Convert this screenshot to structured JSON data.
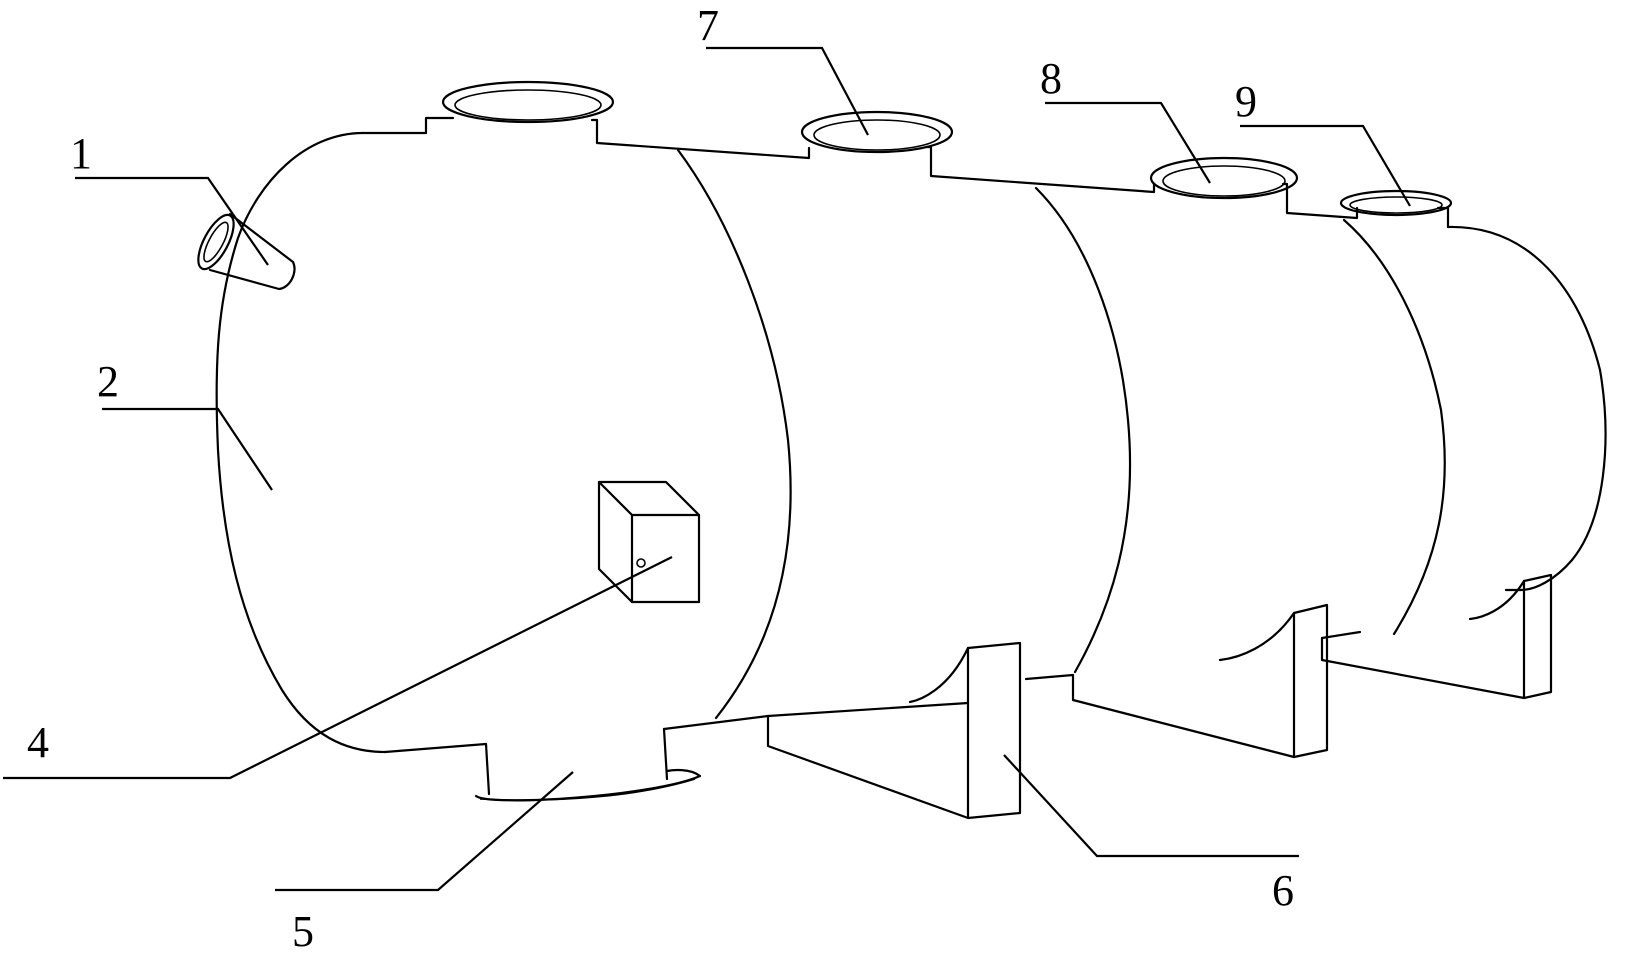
{
  "labels": {
    "l1": "1",
    "l2": "2",
    "l4": "4",
    "l5": "5",
    "l6": "6",
    "l7": "7",
    "l8": "8",
    "l9": "9"
  },
  "colors": {
    "stroke": "#000000",
    "background": "#ffffff"
  }
}
